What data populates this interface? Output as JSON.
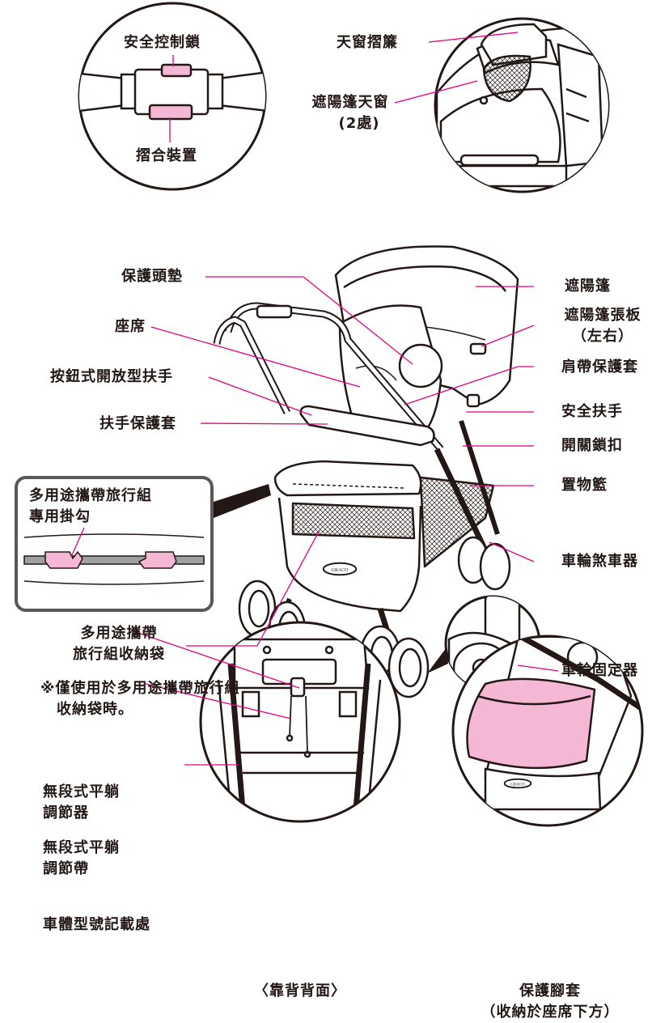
{
  "colors": {
    "leader_line": "#e4007f",
    "highlight_pink": "#f5b8d4",
    "outline": "#231815",
    "inset_border": "#595757"
  },
  "labels": {
    "safety_lock": "安全控制鎖",
    "folding_device": "摺合裝置",
    "skylight_curtain": "天窗摺簾",
    "canopy_window_1": "遮陽篷天窗",
    "canopy_window_2": "(2處)",
    "head_pad": "保護頭墊",
    "seat": "座席",
    "push_button_armrest": "按鈕式開放型扶手",
    "armrest_cover": "扶手保護套",
    "canopy": "遮陽篷",
    "canopy_panel_1": "遮陽篷張板",
    "canopy_panel_2": "（左右）",
    "shoulder_pad": "肩帶保護套",
    "safety_armrest": "安全扶手",
    "switch_lock": "開關鎖扣",
    "basket": "置物籃",
    "wheel_brake": "車輪煞車器",
    "wheel_lock": "車輪固定器",
    "travel_hook_title_1": "多用途攜帶旅行組",
    "travel_hook_title_2": "專用掛勾",
    "storage_bag_1": "多用途攜帶",
    "storage_bag_2": "旅行組收納袋",
    "note_1": "※僅使用於多用途攜帶旅行組",
    "note_2": "收納袋時。",
    "recline_adjuster_1": "無段式平躺",
    "recline_adjuster_2": "調節器",
    "recline_strap_1": "無段式平躺",
    "recline_strap_2": "調節帶",
    "model_number_location": "車體型號記載處",
    "back_view": "〈靠背背面〉",
    "footmuff_1": "保護腳套",
    "footmuff_2": "（收納於座席下方）",
    "brand_logo": "GRACO"
  }
}
